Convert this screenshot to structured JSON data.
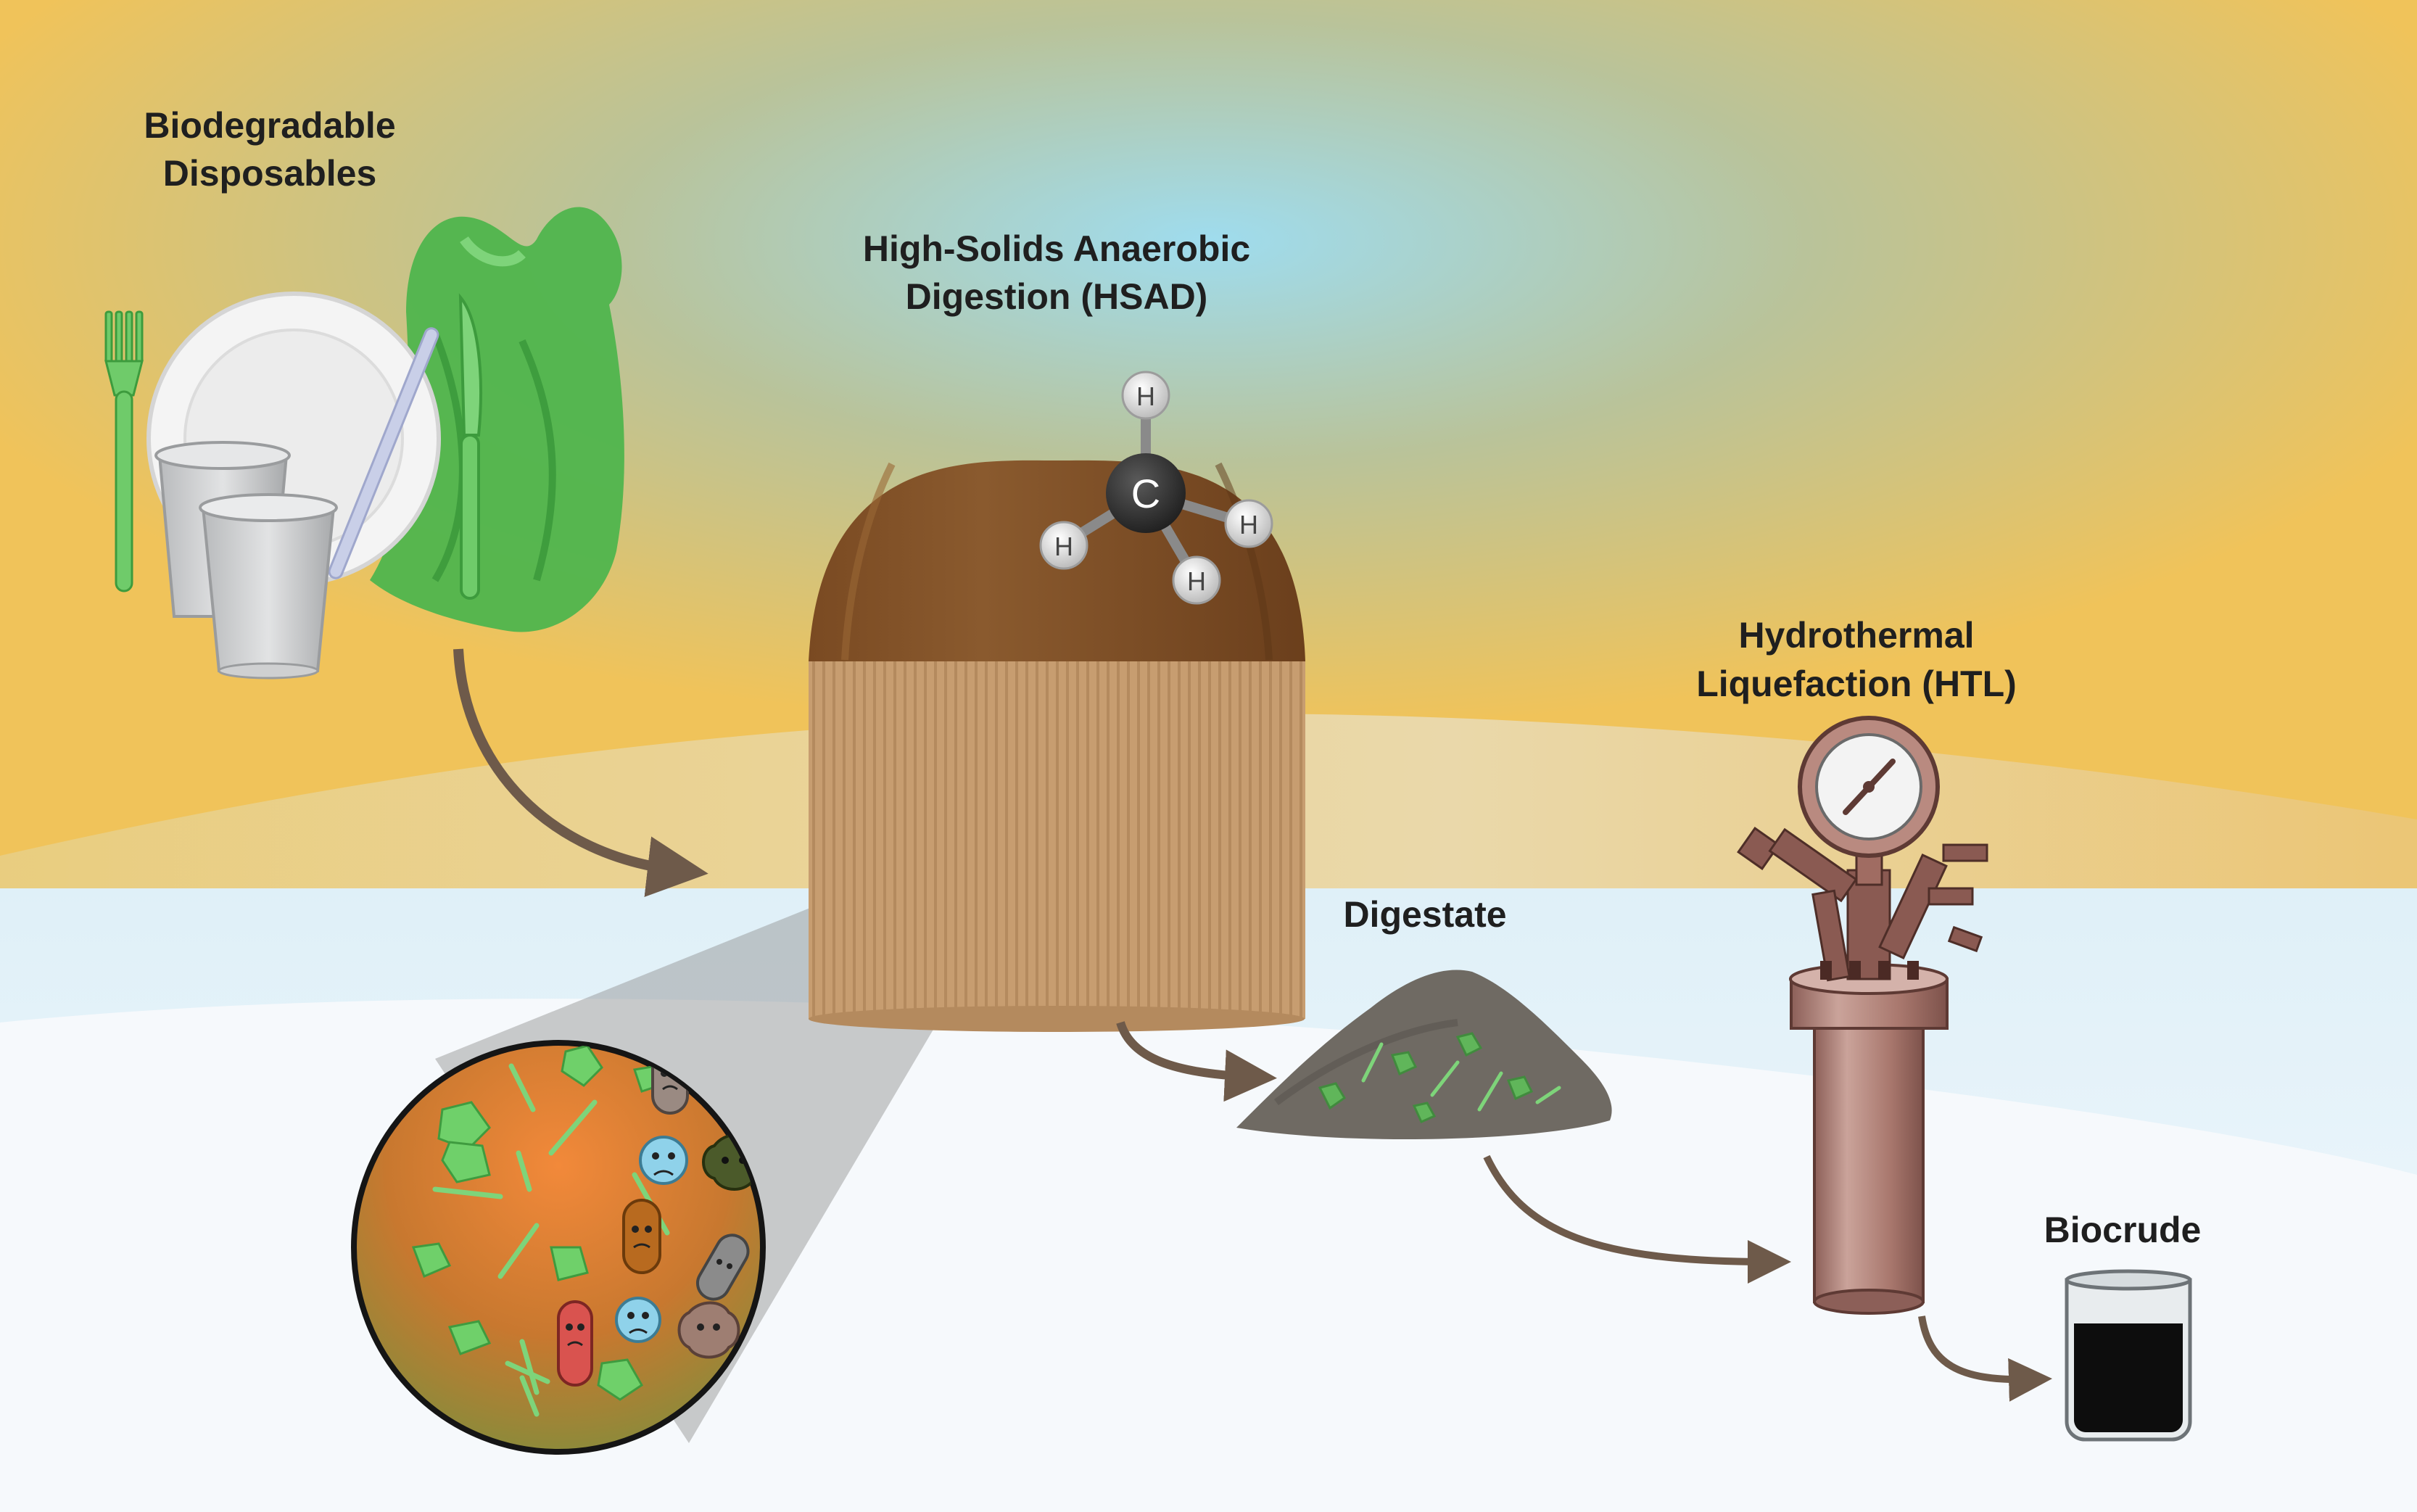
{
  "labels": {
    "disposables_line1": "Biodegradable",
    "disposables_line2": "Disposables",
    "hsad_line1": "High-Solids Anaerobic",
    "hsad_line2": "Digestion (HSAD)",
    "digestate": "Digestate",
    "htl_line1": "Hydrothermal",
    "htl_line2": "Liquefaction (HTL)",
    "biocrude": "Biocrude"
  },
  "methane": {
    "center": "C",
    "hydrogen": "H"
  },
  "colors": {
    "sky_warm": "#f2c455",
    "sky_center": "#9fdaea",
    "ground": "#e6f3fa",
    "dome": "#7a4a23",
    "tank": "#c49a6c",
    "plastic_green": "#5cc35a",
    "digestate": "#6f6a63",
    "reactor": "#a97b72",
    "biocrude": "#0d0d0d",
    "arrow": "#6e5a4a",
    "microbe_bg": "#e07a2e"
  },
  "icons": [
    "fork-icon",
    "plate-icon",
    "cup-icon",
    "straw-icon",
    "knife-icon",
    "bag-icon",
    "methane-molecule-icon",
    "microbe-icon",
    "pressure-gauge-icon",
    "beaker-icon"
  ]
}
